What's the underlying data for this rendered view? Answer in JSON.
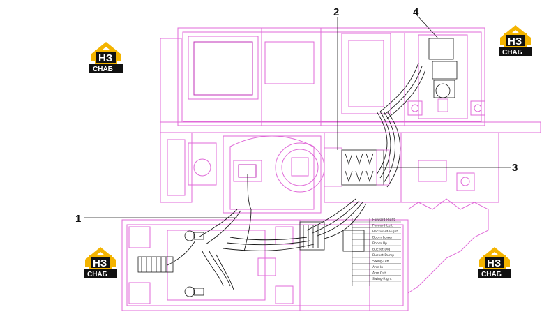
{
  "callouts": [
    {
      "id": "1",
      "label": "1"
    },
    {
      "id": "2",
      "label": "2"
    },
    {
      "id": "3",
      "label": "3"
    },
    {
      "id": "4",
      "label": "4"
    }
  ],
  "logo": {
    "big": "НЗ",
    "small": "СНАБ"
  },
  "table_rows": [
    "Forward-Right",
    "Forward-Left",
    "Backward-Right",
    "Boom Lower",
    "Boom Up",
    "Bucket-Dig",
    "Bucket-Dump",
    "Swing-Left",
    "Arm In",
    "Arm Out",
    "Swing-Right"
  ],
  "colors": {
    "frame": "#e06ad8",
    "frame_dark": "#c030b8",
    "hose": "#1a1a1a",
    "logo_orange": "#f4b400",
    "logo_black": "#111111"
  }
}
